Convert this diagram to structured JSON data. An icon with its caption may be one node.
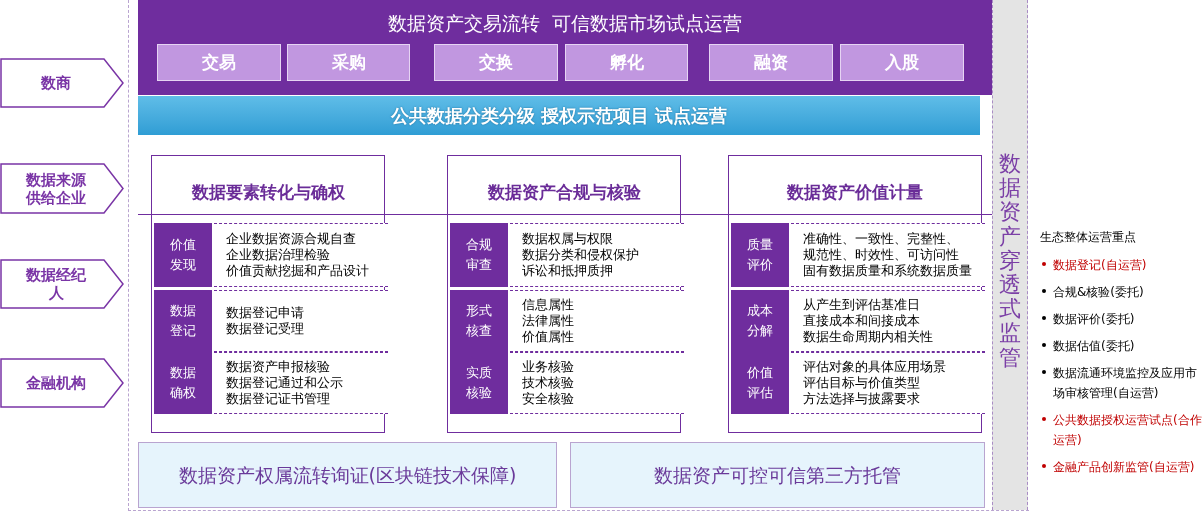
{
  "diagram": {
    "nodes": [
      {
        "text": [
          "数商"
        ]
      },
      {
        "text": [
          "数据来源供给企业"
        ]
      },
      {
        "text": [
          "数据经纪人"
        ]
      },
      {
        "text": [
          "金融机构"
        ]
      },
      {
        "text": [
          "数据资产交易流转  可信数据市场试点运营"
        ]
      },
      {
        "text": [
          "交易"
        ],
        "in": 4
      },
      {
        "text": [
          "采购"
        ],
        "in": 4
      },
      {
        "text": [
          "交换"
        ],
        "in": 4
      },
      {
        "text": [
          "孵化"
        ],
        "in": 4
      },
      {
        "text": [
          "融资"
        ],
        "in": 4
      },
      {
        "text": [
          "入股"
        ],
        "in": 4
      },
      {
        "text": [
          "公共数据分类分级 授权示范项目 试点运营"
        ]
      },
      {
        "text": [
          "数据要素转化与确权"
        ]
      },
      {
        "text": [
          "价值发现"
        ],
        "in": 12
      },
      {
        "text": [
          "企业数据资源合规自查",
          "企业数据治理检验",
          "价值贡献挖掘和产品设计"
        ],
        "in": 12
      },
      {
        "text": [
          "数据登记"
        ],
        "in": 12
      },
      {
        "text": [
          "数据登记申请",
          "数据登记受理"
        ],
        "in": 12
      },
      {
        "text": [
          "数据确权"
        ],
        "in": 12
      },
      {
        "text": [
          "数据资产申报核验",
          "数据登记通过和公示",
          "数据登记证书管理"
        ],
        "in": 12
      },
      {
        "text": [
          "数据资产合规与核验"
        ]
      },
      {
        "text": [
          "合规审查"
        ],
        "in": 19
      },
      {
        "text": [
          "数据权属与权限",
          "数据分类和侵权保护",
          "诉讼和抵押质押"
        ],
        "in": 19
      },
      {
        "text": [
          "形式核查"
        ],
        "in": 19
      },
      {
        "text": [
          "信息属性",
          "法律属性",
          "价值属性"
        ],
        "in": 19
      },
      {
        "text": [
          "实质核验"
        ],
        "in": 19
      },
      {
        "text": [
          "业务核验",
          "技术核验",
          "安全核验"
        ],
        "in": 19
      },
      {
        "text": [
          "数据资产价值计量"
        ]
      },
      {
        "text": [
          "质量评价"
        ],
        "in": 26
      },
      {
        "text": [
          "准确性、一致性、完整性、",
          "规范性、时效性、可访问性",
          "固有数据质量和系统数据质量"
        ],
        "in": 26
      },
      {
        "text": [
          "成本分解"
        ],
        "in": 26
      },
      {
        "text": [
          "从产生到评估基准日",
          "直接成本和间接成本",
          "数据生命周期内相关性"
        ],
        "in": 26
      },
      {
        "text": [
          "价值评估"
        ],
        "in": 26
      },
      {
        "text": [
          "评估对象的具体应用场景",
          "评估目标与价值类型",
          "方法选择与披露要求"
        ],
        "in": 26
      },
      {
        "text": [
          "数据资产权属流转询证(区块链技术保障)"
        ]
      },
      {
        "text": [
          "数据资产可控可信第三方托管"
        ]
      },
      {
        "text": [
          "数据资产穿透式监管"
        ]
      }
    ],
    "labels": [
      "生态整体运营重点",
      "数据登记(自运营)",
      "合规&核验(委托)",
      "数据评价(委托)",
      "数据估值(委托)",
      "数据流通环境监控及应用市场审核管理(自运营)",
      "公共数据授权运营试点(合作运营)",
      "金融产品创新监管(自运营)"
    ]
  }
}
